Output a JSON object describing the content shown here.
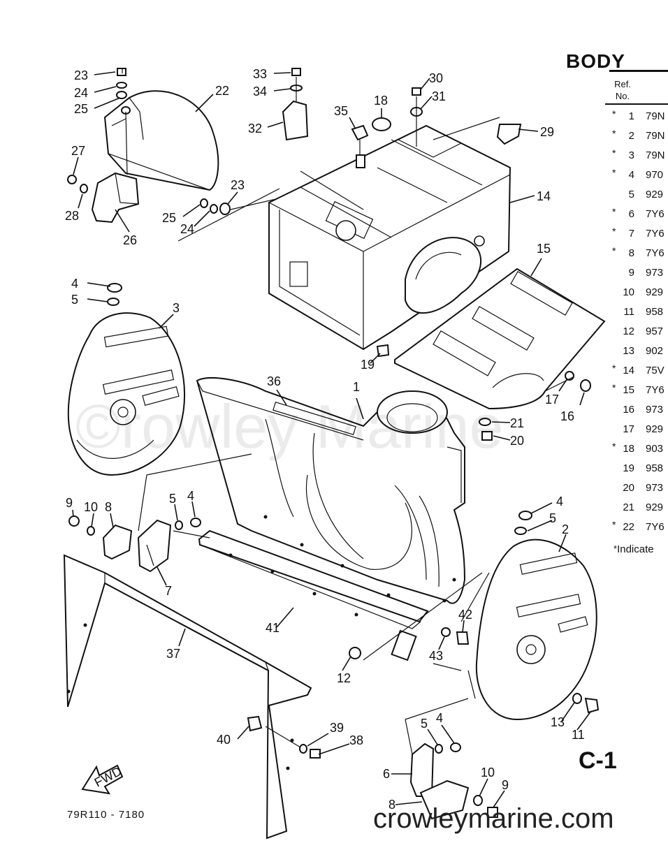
{
  "header": {
    "title": "BODY",
    "ref_label_line1": "Ref.",
    "ref_label_line2": "No."
  },
  "parts_list": [
    {
      "star": "*",
      "ref": "1",
      "part": "79N"
    },
    {
      "star": "*",
      "ref": "2",
      "part": "79N"
    },
    {
      "star": "*",
      "ref": "3",
      "part": "79N"
    },
    {
      "star": "*",
      "ref": "4",
      "part": "970"
    },
    {
      "star": "",
      "ref": "5",
      "part": "929"
    },
    {
      "star": "*",
      "ref": "6",
      "part": "7Y6"
    },
    {
      "star": "*",
      "ref": "7",
      "part": "7Y6"
    },
    {
      "star": "*",
      "ref": "8",
      "part": "7Y6"
    },
    {
      "star": "",
      "ref": "9",
      "part": "973"
    },
    {
      "star": "",
      "ref": "10",
      "part": "929"
    },
    {
      "star": "",
      "ref": "11",
      "part": "958"
    },
    {
      "star": "",
      "ref": "12",
      "part": "957"
    },
    {
      "star": "",
      "ref": "13",
      "part": "902"
    },
    {
      "star": "*",
      "ref": "14",
      "part": "75V"
    },
    {
      "star": "*",
      "ref": "15",
      "part": "7Y6"
    },
    {
      "star": "",
      "ref": "16",
      "part": "973"
    },
    {
      "star": "",
      "ref": "17",
      "part": "929"
    },
    {
      "star": "*",
      "ref": "18",
      "part": "903"
    },
    {
      "star": "",
      "ref": "19",
      "part": "958"
    },
    {
      "star": "",
      "ref": "20",
      "part": "973"
    },
    {
      "star": "",
      "ref": "21",
      "part": "929"
    },
    {
      "star": "*",
      "ref": "22",
      "part": "7Y6"
    }
  ],
  "footnote": {
    "star": "*",
    "text": "Indicate"
  },
  "page_code": "C-1",
  "drawing_number": "79R110 - 7180",
  "fwd_label": "FWD",
  "watermark": "©rowley Marine",
  "site": "crowleymarine.com",
  "callouts": {
    "c1": "1",
    "c2": "2",
    "c3": "3",
    "c4a": "4",
    "c4b": "4",
    "c4c": "4",
    "c4d": "4",
    "c5a": "5",
    "c5b": "5",
    "c5c": "5",
    "c5d": "5",
    "c6": "6",
    "c7": "7",
    "c8a": "8",
    "c8b": "8",
    "c9a": "9",
    "c9b": "9",
    "c10a": "10",
    "c10b": "10",
    "c11": "11",
    "c12": "12",
    "c13": "13",
    "c14": "14",
    "c15": "15",
    "c16": "16",
    "c17": "17",
    "c18": "18",
    "c19": "19",
    "c20": "20",
    "c21": "21",
    "c22": "22",
    "c23a": "23",
    "c23b": "23",
    "c24a": "24",
    "c24b": "24",
    "c25a": "25",
    "c25b": "25",
    "c26": "26",
    "c27": "27",
    "c28": "28",
    "c29": "29",
    "c30": "30",
    "c31": "31",
    "c32": "32",
    "c33": "33",
    "c34": "34",
    "c35": "35",
    "c36": "36",
    "c37": "37",
    "c38": "38",
    "c39": "39",
    "c40": "40",
    "c41": "41",
    "c42": "42",
    "c43": "43"
  }
}
